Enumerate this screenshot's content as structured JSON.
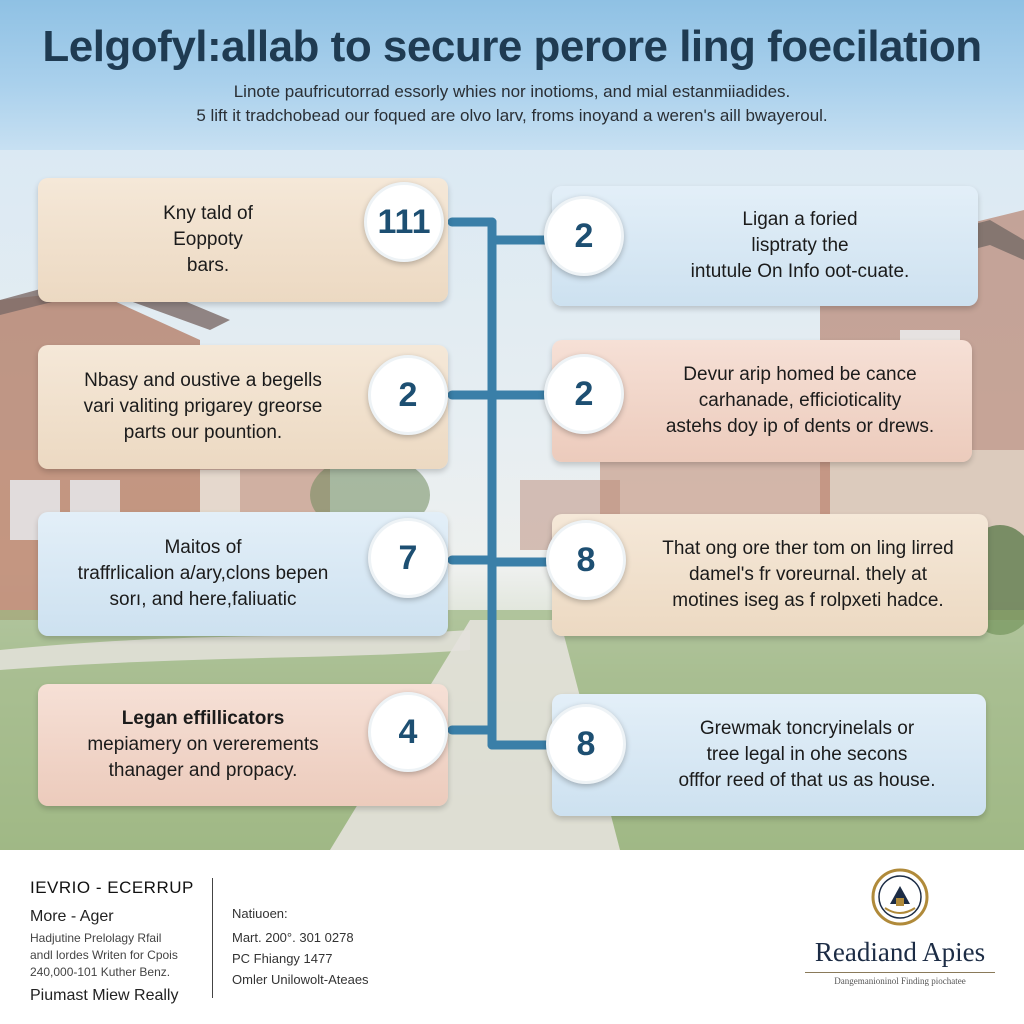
{
  "header": {
    "title": "Lelgofyl:allab to secure perore ling foecilation",
    "subtitle_line1": "Linote paufricutorrad essorly whies nor inotioms, and mial estanmiiadides.",
    "subtitle_line2": "5 lift it tradchobead our foqued are olvo larv, froms inoyand a weren's aill bwayeroul."
  },
  "steps_left": [
    {
      "number": "111",
      "lines": [
        "Kny tald of",
        "Eoppoty",
        "bars."
      ],
      "tone": "warm"
    },
    {
      "number": "2",
      "lines": [
        "Nbasy and oustive a begells",
        "vari valiting prigarey greorse",
        "parts our pountion."
      ],
      "tone": "warm"
    },
    {
      "number": "7",
      "lines": [
        "Maitos of",
        "traffrlicalion a/ary,clons bepen",
        "sorı, and here,faliuatic"
      ],
      "tone": "blue"
    },
    {
      "number": "4",
      "lines": [
        "Legan effillicators",
        "mepiamery on vererements",
        "thanager and propacy."
      ],
      "tone": "pink"
    }
  ],
  "steps_right": [
    {
      "number": "2",
      "lines": [
        "Ligan a foried",
        "lisptraty the",
        "intutule On Info oot-cuate."
      ],
      "tone": "blue"
    },
    {
      "number": "2",
      "lines": [
        "Devur arip homed be cance",
        "carhanade, efficioticality",
        "astehs doy ip of dents or drews."
      ],
      "tone": "pink"
    },
    {
      "number": "8",
      "lines": [
        "That ong ore ther tom on ling lirred",
        "damel's fr voreurnal. thely at",
        "motines iseg as f rolpxeti hadce."
      ],
      "tone": "warm"
    },
    {
      "number": "8",
      "lines": [
        "Grewmak toncryinelals or",
        "tree legal in ohe secons",
        "offfor reed of that us as house."
      ],
      "tone": "blue"
    }
  ],
  "footer": {
    "heading": "IEVRIO - ECERRUP",
    "subheading": "More - Ager",
    "small_line1": "Hadjutine Prelolagy Rfail",
    "small_line2": "andl lordes Writen for Cpois",
    "small_line3": "240,000-101 Kuther Benz.",
    "last_line": "Piumast Miew Really",
    "contact_label": "Natiuoen:",
    "contact_line1": "Mart. 200°. 301 0278",
    "contact_line2": "PC Fhiangy 1477",
    "contact_line3": "Omler Unilowolt-Ateaes",
    "brand_name": "Readiand Apies",
    "brand_tagline": "Dangemanioninol Finding piochatee"
  },
  "colors": {
    "accent": "#1d4f72",
    "connector": "#3a7fa8",
    "header_bg": "#a9d0ec"
  }
}
